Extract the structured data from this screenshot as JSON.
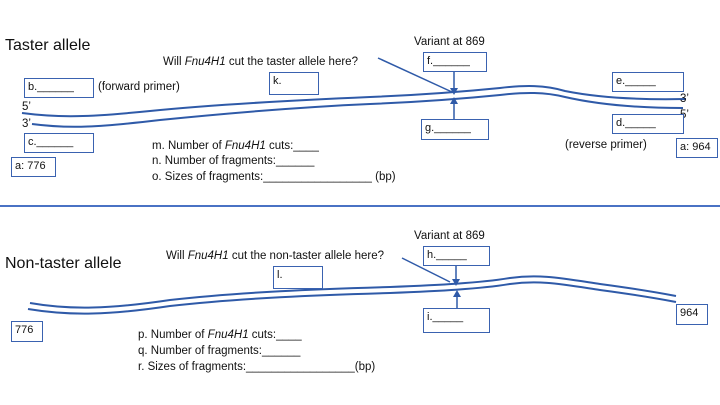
{
  "sections": {
    "taster": {
      "title": "Taster allele",
      "variant_label": "Variant at 869",
      "question_pre": "Will ",
      "question_enzyme": "Fnu4H1",
      "question_post": " cut the taster allele here?",
      "end_5_left": "5’",
      "end_3_left": "3’",
      "end_3_right": "3’",
      "end_5_right": "5’",
      "forward_primer": "(forward primer)",
      "reverse_primer": "(reverse primer)",
      "box_b": "b.______",
      "box_c": "c.______",
      "box_e": "e._____",
      "box_d": "d._____",
      "box_f": "f.______",
      "box_g": "g.______",
      "box_k": "k.",
      "box_a_left": "a: 776",
      "box_a_right": "a: 964",
      "q_m_pre": "m. Number of ",
      "q_m_enzyme": "Fnu4H1",
      "q_m_post": " cuts:____",
      "q_n": "n. Number of fragments:______",
      "q_o": "o. Sizes of fragments:_________________ (bp)"
    },
    "nontaster": {
      "title": "Non-taster allele",
      "variant_label": "Variant at 869",
      "question_pre": "Will ",
      "question_enzyme": "Fnu4H1",
      "question_post": " cut the non-taster allele here?",
      "box_h": "h._____",
      "box_i": "i._____",
      "box_l": "l.",
      "box_left": "776",
      "box_right": "964",
      "q_p_pre": "p. Number of ",
      "q_p_enzyme": "Fnu4H1",
      "q_p_post": " cuts:____",
      "q_q": "q. Number of fragments:______",
      "q_r": "r. Sizes of fragments:_________________(bp)"
    }
  },
  "colors": {
    "strand": "#2f5aa8",
    "divider": "#4a72c4",
    "box_border": "#3a62b0"
  }
}
